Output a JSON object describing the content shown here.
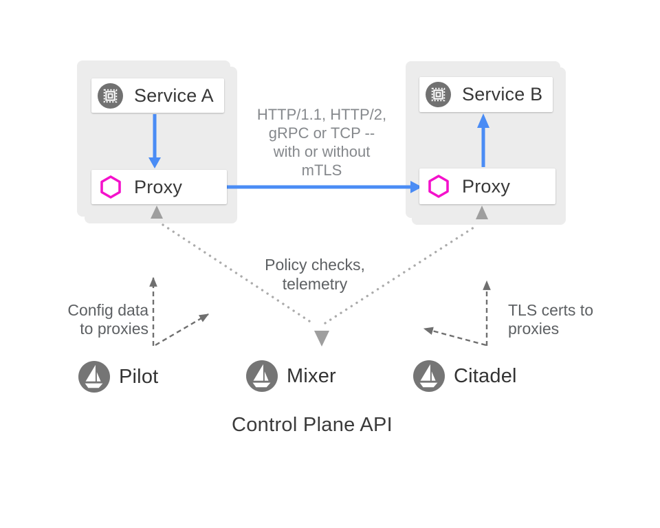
{
  "colors": {
    "arrow_blue": "#4a8cf5",
    "proxy_magenta": "#f411cb",
    "pod_background": "#ececec",
    "icon_circle_gray": "#717171",
    "sail_circle_gray": "#757575",
    "dotted_line_gray": "#ababab",
    "dotted_arrowhead_gray": "#9e9e9e",
    "dashed_arrow_gray": "#6f6f6f",
    "node_text": "#383838",
    "annotation_gray": "#5d6063",
    "traffic_text_gray": "#85888c"
  },
  "pods": {
    "left": {
      "service_label": "Service A",
      "proxy_label": "Proxy"
    },
    "right": {
      "service_label": "Service B",
      "proxy_label": "Proxy"
    }
  },
  "annotations": {
    "traffic_protocols": "HTTP/1.1, HTTP/2,\ngRPC or TCP --\nwith or without\nmTLS",
    "policy": "Policy checks,\ntelemetry",
    "config": "Config data\nto proxies",
    "tls": "TLS certs to\nproxies",
    "control_plane": "Control Plane API"
  },
  "components": [
    {
      "name": "Pilot"
    },
    {
      "name": "Mixer"
    },
    {
      "name": "Citadel"
    }
  ]
}
